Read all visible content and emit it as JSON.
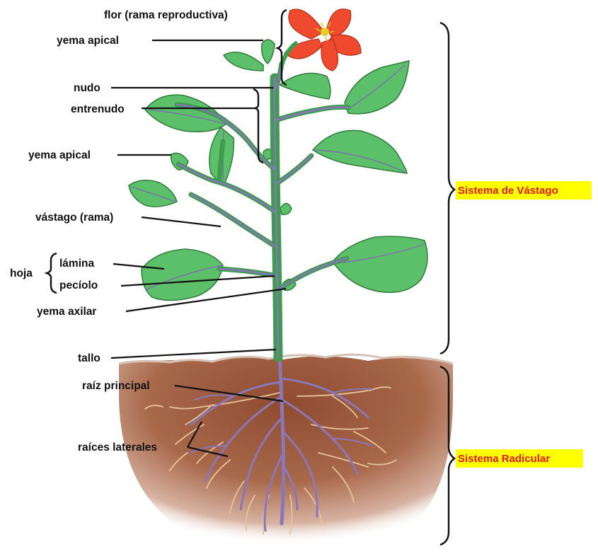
{
  "labels": {
    "flor": "flor (rama reproductiva)",
    "yema_apical_1": "yema apical",
    "nudo": "nudo",
    "entrenudo": "entrenudo",
    "yema_apical_2": "yema apical",
    "vastago": "vástago (rama)",
    "hoja": "hoja",
    "lamina": "lámina",
    "peciolo": "pecíolo",
    "yema_axilar": "yema axilar",
    "tallo": "tallo",
    "raiz_principal": "raíz principal",
    "raices_laterales": "raíces laterales"
  },
  "systems": {
    "vastago": "Sistema de Vástago",
    "radicular": "Sistema Radicular"
  },
  "colors": {
    "highlight": "#ffff00",
    "system_text": "#e11b1b",
    "leaf": "#5cc06a",
    "stem_core": "#8a74c0",
    "soil": "#9a5a3c",
    "flower": "#ef4a2e"
  }
}
